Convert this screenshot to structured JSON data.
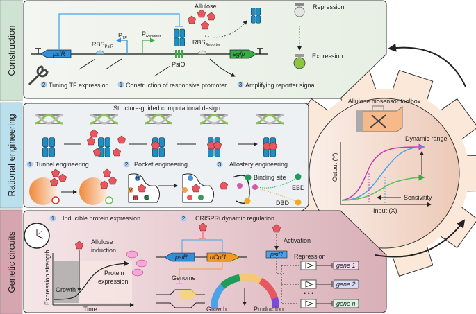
{
  "sections": {
    "construction": "Construction",
    "rational": "Rational engineering",
    "genetic": "Genetic circuits"
  },
  "construction": {
    "allulose": "Allulose",
    "psiR": "psiR",
    "rbs_psir": "RBS",
    "rbs_psir_sub": "PsiR",
    "p_tf": "P",
    "p_tf_sub": "TF",
    "p_reporter": "P",
    "p_reporter_sub": "Reporter",
    "psio": "PsiO",
    "rbs_reporter": "RBS",
    "rbs_reporter_sub": "Reporter",
    "egfp": "egfp",
    "repression": "Repression",
    "expression": "Expression",
    "steps": [
      {
        "num": "2",
        "label": "Tuning TF expression"
      },
      {
        "num": "1",
        "label": "Construction of responsive promoter"
      },
      {
        "num": "3",
        "label": "Amplifying reporter signal"
      }
    ]
  },
  "rational": {
    "title": "Structure-guided computational design",
    "steps": [
      {
        "num": "1",
        "label": "Tunnel engineering"
      },
      {
        "num": "2",
        "label": "Pocket engineering"
      },
      {
        "num": "3",
        "label": "Allostery engineering"
      }
    ],
    "residues": [
      "H",
      "V",
      "m",
      "S"
    ],
    "binding_site": "Binding site",
    "ebd": "EBD",
    "dbd": "DBD"
  },
  "genetic": {
    "step1": {
      "num": "1",
      "label": "Inducible protein expression"
    },
    "step2": {
      "num": "2",
      "label": "CRISPRi dynamic regulation"
    },
    "allulose_induction": [
      "Allulose",
      "induction"
    ],
    "ylabel": "Expression strength",
    "xlabel": "Time",
    "growth": "Growth",
    "protein_expression": [
      "Protein",
      "expression"
    ],
    "psiR": "psiR",
    "dcpf1": "dCpf1",
    "genome": "Genome",
    "arc_growth": "Growth",
    "arc_production": "Production",
    "activation": "Activation",
    "psiR_box": "psiR",
    "repression": "Repression",
    "genes": [
      "gene 1",
      "gene 2",
      "gene n"
    ],
    "ellipsis": "• • •"
  },
  "toolbox": {
    "title": "Allulose biosensor toolbox",
    "dynamic_range": "Dynamic range",
    "ylabel": "Output (Y)",
    "xlabel": "Input (X)",
    "sensitivity": "Sensivitity"
  },
  "colors": {
    "construction_tab": "#cfe3d3",
    "rational_tab": "#b9e0ec",
    "genetic_tab": "#d5a6b0",
    "allulose": "#e8575f",
    "tf_blue": "#2f8fd8",
    "reporter_green": "#3aaa46",
    "dcpf1_orange": "#f29a1f",
    "gear": "#fbe8d9"
  }
}
